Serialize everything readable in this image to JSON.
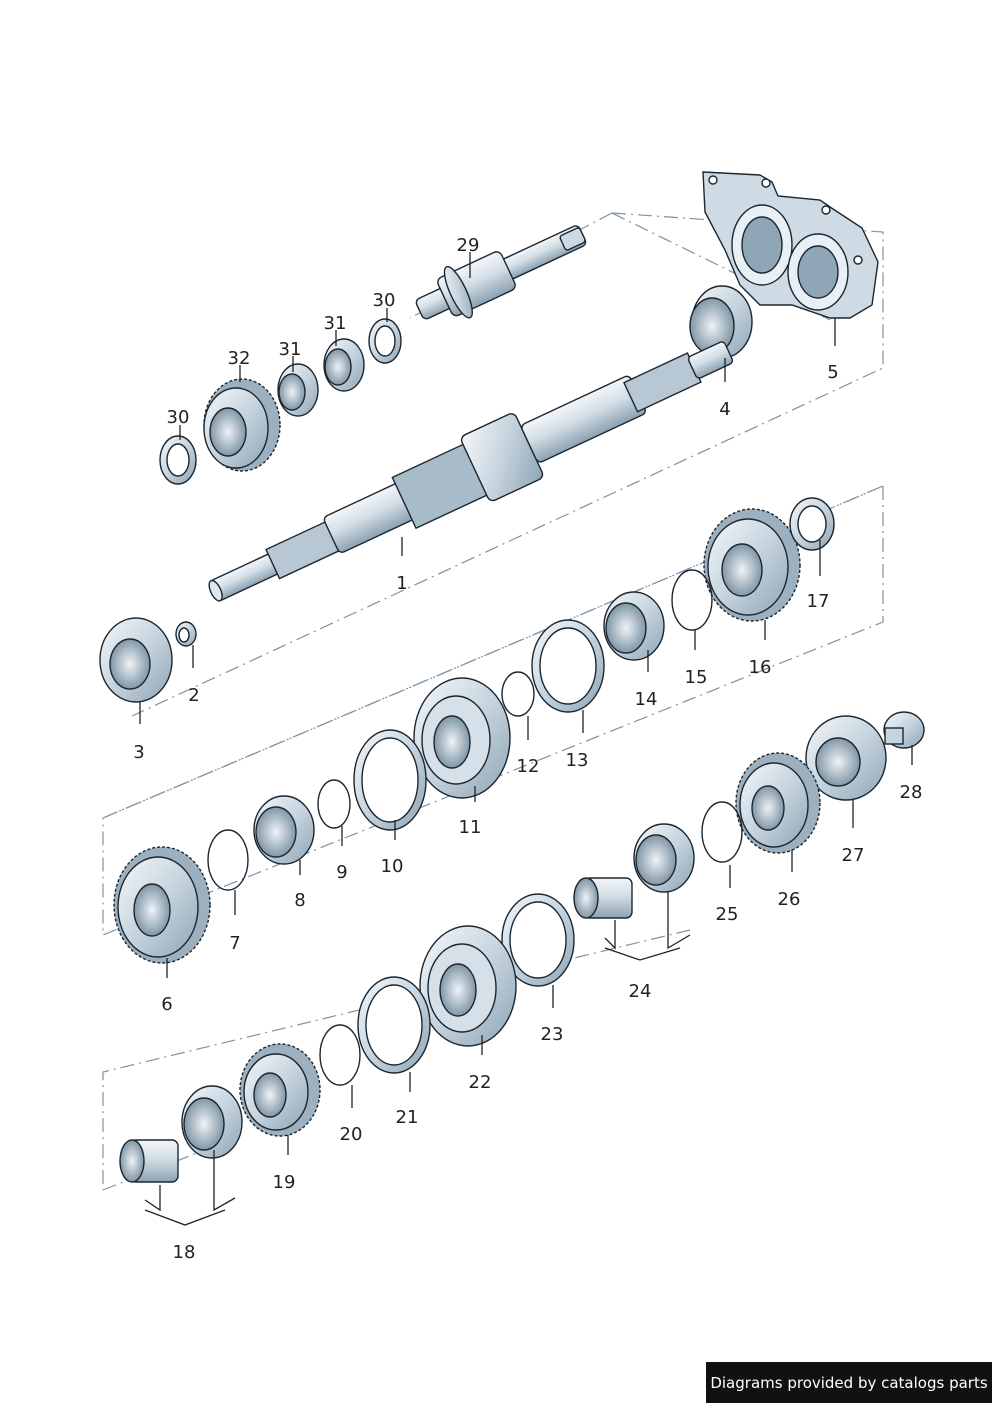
{
  "footer": {
    "credit": "Diagrams provided by catalogs parts"
  },
  "colors": {
    "metal_light": "#e7eef3",
    "metal_mid": "#b9c9d5",
    "metal_dark": "#6f8799",
    "outline": "#1c2630",
    "guide": "#7a93a6"
  },
  "labels": [
    "1",
    "2",
    "3",
    "4",
    "5",
    "6",
    "7",
    "8",
    "9",
    "10",
    "11",
    "12",
    "13",
    "14",
    "15",
    "16",
    "17",
    "18",
    "19",
    "20",
    "21",
    "22",
    "23",
    "24",
    "25",
    "26",
    "27",
    "28",
    "29",
    "30",
    "30",
    "31",
    "31",
    "32"
  ]
}
